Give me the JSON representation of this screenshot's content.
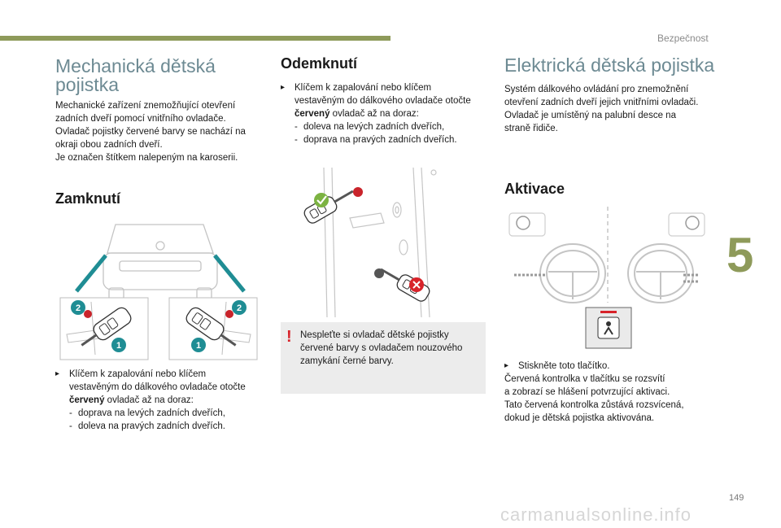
{
  "header": {
    "section_tag": "Bezpečnost",
    "chapter": "5",
    "page_number": "149",
    "watermark": "carmanualsonline.info"
  },
  "left": {
    "title": "Mechanická dětská pojistka",
    "title_line1": "Mechanická dětská",
    "title_line2": "pojistka",
    "intro_lines": [
      "Mechanické zařízení znemožňující otevření",
      "zadních dveří pomocí vnitřního ovladače.",
      "Ovladač pojistky červené barvy se nachází na",
      "okraji obou zadních dveří.",
      "Je označen štítkem nalepeným na karoserii."
    ],
    "lock_title": "Zamknutí",
    "lock_callouts": [
      "2",
      "2",
      "1",
      "1"
    ],
    "lock_line1": "Klíčem k zapalování nebo klíčem",
    "lock_line2": "vestavěným do dálkového ovladače otočte",
    "lock_bold": "červený",
    "lock_line3_rest": " ovladač až na doraz:",
    "lock_dashes": [
      "doprava na levých zadních dveřích,",
      "doleva na pravých zadních dveřích."
    ]
  },
  "middle": {
    "title": "Odemknutí",
    "line1": "Klíčem k zapalování nebo klíčem",
    "line2": "vestavěným do dálkového ovladače otočte",
    "bold": "červený",
    "line3_rest": " ovladač až na doraz:",
    "dashes": [
      "doleva na levých zadních dveřích,",
      "doprava na pravých zadních dveřích."
    ],
    "warning_lines": [
      "Nespleťte si ovladač dětské pojistky",
      "červené barvy s ovladačem nouzového",
      "zamykání černé barvy."
    ]
  },
  "right": {
    "title": "Elektrická dětská pojistka",
    "intro_lines": [
      "Systém dálkového ovládání pro znemožnění",
      "otevření zadních dveří jejich vnitřními ovladači.",
      "Ovladač je umístěný na palubní desce na",
      "straně řidiče."
    ],
    "activation_title": "Aktivace",
    "step_first": "Stiskněte toto tlačítko.",
    "step_lines": [
      "Červená kontrolka v tlačítku se rozsvítí",
      "a zobrazí se hlášení potvrzující aktivaci.",
      "Tato červená kontrolka zůstává rozsvícená,",
      "dokud je dětská pojistka aktivována."
    ]
  },
  "colors": {
    "accent_green": "#8e9a5a",
    "heading_blue": "#6d8a93",
    "warning_red": "#d8232a",
    "callout_teal": "#1f8d94"
  },
  "icons": [
    "bullet-arrow-icon",
    "warning-icon",
    "checkmark-icon",
    "cross-icon",
    "child-lock-icon",
    "steering-wheel-icon"
  ]
}
